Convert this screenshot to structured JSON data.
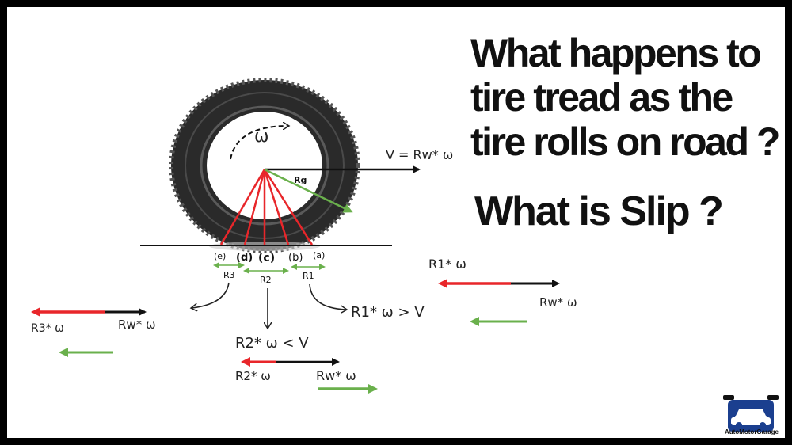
{
  "title": {
    "line1": "What happens to",
    "line2": "tire tread as the",
    "line3": "tire rolls on road ?"
  },
  "subtitle": "What is Slip ?",
  "tire": {
    "omega": "ω",
    "rg": "Rg",
    "velocity_eq": "V = Rw* ω"
  },
  "points": {
    "a": "(a)",
    "b": "(b)",
    "c": "(c)",
    "d": "(d)",
    "e": "(e)"
  },
  "radii": {
    "r1": "R1",
    "r2": "R2",
    "r3": "R3"
  },
  "relations": {
    "r1": "R1* ω > V",
    "r2": "R2* ω < V"
  },
  "vectors": {
    "right": {
      "top_label": "R1* ω",
      "bottom_label": "Rw* ω"
    },
    "left": {
      "red_label": "R3* ω",
      "black_label": "Rw* ω"
    },
    "center": {
      "red_label": "R2* ω",
      "black_label": "Rw* ω"
    }
  },
  "logo": {
    "name": "car-logo",
    "text": "AutoMotorGarage"
  },
  "colors": {
    "red": "#e8262a",
    "green": "#6ab04c",
    "black": "#111111",
    "logo_blue": "#1b3f8f"
  }
}
